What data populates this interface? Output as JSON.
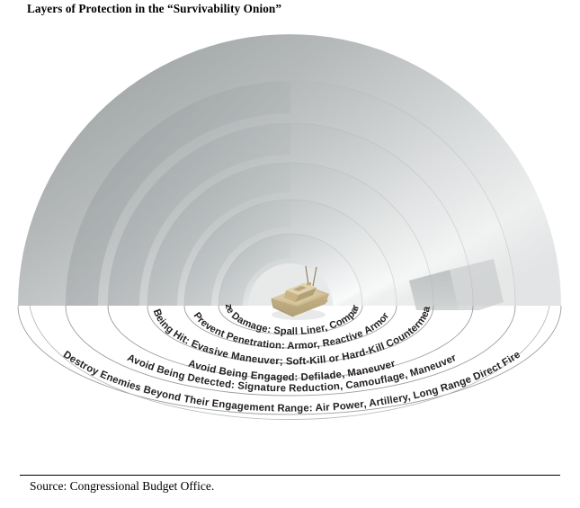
{
  "figure": {
    "title": "Layers of Protection in the “Survivability Onion”",
    "source": "Source: Congressional Budget Office.",
    "center_icon": "armored-vehicle-icon"
  },
  "palette": {
    "background": "#ffffff",
    "text": "#000000",
    "label_text": "#231f20",
    "arc_line": "#9b9ea0",
    "shell_dark": "#9ea3a4",
    "shell_mid": "#c2c6c7",
    "shell_light": "#e3e5e6",
    "shell_highlight": "#f4f5f5",
    "vehicle_body": "#cdb88a",
    "vehicle_shadow": "#a99668",
    "vehicle_track": "#7d7156"
  },
  "chart_data": {
    "type": "diagram",
    "subtype": "concentric-dome-cutaway",
    "title": "Layers of Protection in the “Survivability Onion”",
    "center_label": "armored vehicle",
    "layer_count": 6,
    "order": "outermost-to-innermost",
    "layers": [
      {
        "index": 1,
        "position": "outermost",
        "goal": "Destroy Enemies Beyond Their Engagement Range",
        "means": "Air Power, Artillery, Long Range Direct Fire",
        "label": "Destroy Enemies Beyond Their Engagement Range: Air Power, Artillery, Long Range Direct Fire"
      },
      {
        "index": 2,
        "goal": "Avoid Being Detected",
        "means": "Signature Reduction, Camouflage, Maneuver",
        "label": "Avoid Being Detected: Signature Reduction, Camouflage,  Maneuver"
      },
      {
        "index": 3,
        "goal": "Avoid Being Engaged",
        "means": "Defilade, Maneuver",
        "label": "Avoid Being Engaged: Defilade, Maneuver"
      },
      {
        "index": 4,
        "goal": "Avoid Being Hit",
        "means": "Evasive Maneuver; Soft-Kill or Hard-Kill Countermeasures",
        "label": "Avoid Being Hit: Evasive Maneuver; Soft-Kill or Hard-Kill Countermeasures"
      },
      {
        "index": 5,
        "goal": "Prevent Penetration",
        "means": "Armor, Reactive Armor",
        "label": "Prevent Penetration: Armor, Reactive Armor"
      },
      {
        "index": 6,
        "position": "innermost",
        "goal": "Minimize Damage",
        "means": "Spall Liner, Compartments",
        "label": "Minimize Damage: Spall Liner, Compartments"
      }
    ]
  }
}
